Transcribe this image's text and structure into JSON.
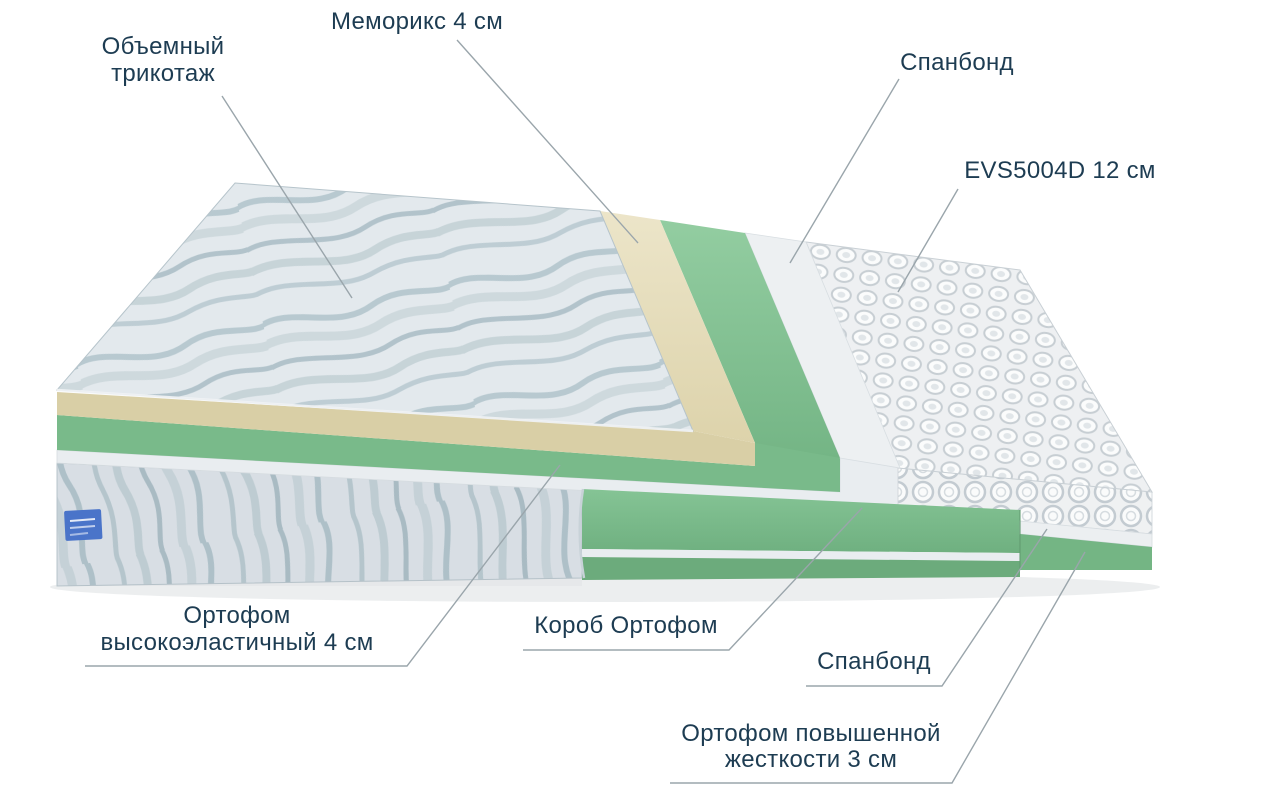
{
  "diagram": {
    "labels": {
      "knit": {
        "line1": "Объемный",
        "line2": "трикотаж"
      },
      "memorix": {
        "text": "Меморикс 4 см"
      },
      "spunbond_top": {
        "text": "Спанбонд"
      },
      "springs": {
        "text": "EVS5004D 12 см"
      },
      "orthofoam_elastic": {
        "line1": "Ортофом",
        "line2": "высокоэластичный 4 см"
      },
      "orthofoam_box": {
        "text": "Короб Ортофом"
      },
      "spunbond_bottom": {
        "text": "Спанбонд"
      },
      "orthofoam_hard": {
        "line1": "Ортофом повышенной",
        "line2": "жесткости 3 см"
      }
    },
    "colors": {
      "label_text": "#1d3c52",
      "leader_line": "#9aa5ab",
      "foam_green": "#80c190",
      "memory_cream": "#eae3c6",
      "spunbond_white": "#edf0f2",
      "fabric_grey": "#e2e8ec",
      "tag_blue": "#4a74c9",
      "background": "#ffffff"
    }
  }
}
